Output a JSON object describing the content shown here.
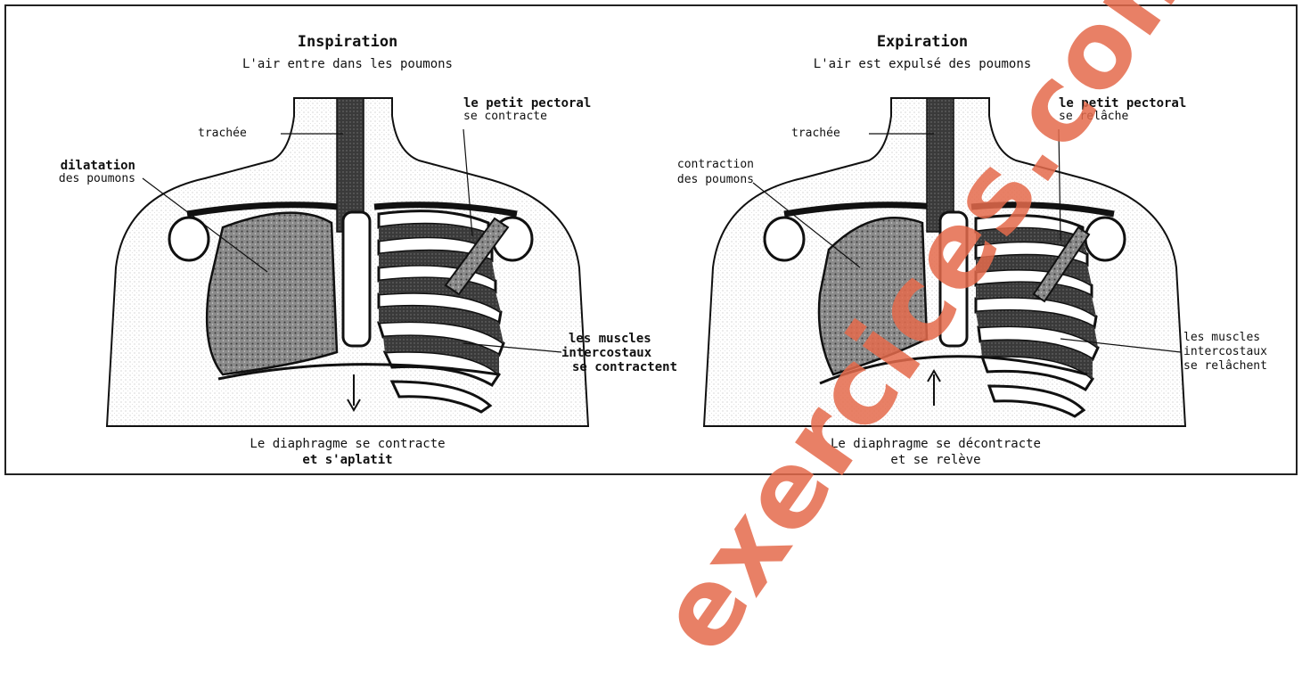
{
  "left": {
    "title": "Inspiration",
    "subtitle": "L'air entre dans les poumons",
    "trachea": "trachée",
    "lung_label_1": "dilatation",
    "lung_label_2": "des poumons",
    "pectoral_1": "le petit pectoral",
    "pectoral_2": "se contracte",
    "muscles_1": "les muscles",
    "muscles_2": "intercostaux",
    "muscles_3": "se contractent",
    "caption_1": "Le diaphragme se contracte",
    "caption_2": "et s'aplatit",
    "diaphragm_arrow": "down"
  },
  "right": {
    "title": "Expiration",
    "subtitle": "L'air est expulsé des poumons",
    "trachea": "trachée",
    "lung_label_1": "contraction",
    "lung_label_2": "des poumons",
    "pectoral_1": "le petit pectoral",
    "pectoral_2": "se relâche",
    "muscles_1": "les muscles",
    "muscles_2": "intercostaux",
    "muscles_3": "se relâchent",
    "caption_1": "Le diaphragme se décontracte",
    "caption_2": "et se relève",
    "diaphragm_arrow": "up"
  },
  "watermark": "exercices.com",
  "colors": {
    "ink": "#111111",
    "watermark": "#e56b4c",
    "lung_fill": "#9a9a9a",
    "background": "#ffffff"
  }
}
